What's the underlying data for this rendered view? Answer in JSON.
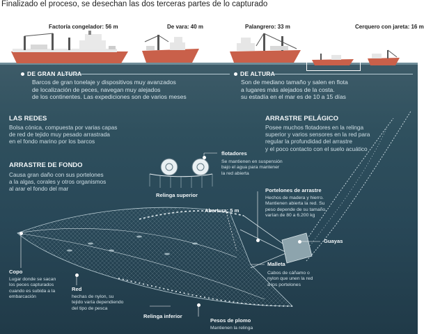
{
  "caption": "Finalizado el proceso, se desechan las dos terceras partes de lo capturado",
  "ships": [
    {
      "label": "Factoría congelador: 56 m"
    },
    {
      "label": "De vara: 40 m"
    },
    {
      "label": "Palangrero: 33 m"
    },
    {
      "label": "Cerquero con jareta: 16 m"
    }
  ],
  "high_seas": {
    "title": "DE GRAN ALTURA",
    "text": "Barcos de gran tonelaje y dispositivos muy avanzados\nde localización de peces, navegan muy alejados\nde los continentes. Las expediciones son de varios meses"
  },
  "offshore": {
    "title": "DE ALTURA",
    "text": "Son de mediano tamaño y salen en flota\na lugares más alejados de la costa.\nsu  estadía en el mar es de 10 a 15 días"
  },
  "nets": {
    "title": "LAS REDES",
    "text": "Bolsa cónica, compuesta por varias capas\nde red de tejido muy pesado arrastrada\nen el fondo marino por los barcos"
  },
  "pelagic": {
    "title": "ARRASTRE PELÁGICO",
    "text": "Posee muchos flotadores en la relinga\nsuperior y varios sensores en la red para\nregular la profundidad del arrastre\ny el poco contacto con el suelo acuático"
  },
  "bottom": {
    "title": "ARRASTRE DE FONDO",
    "text": "Causa gran daño con sus portelones\na la algas, corales y otros organismos\nal arar el fondo del mar"
  },
  "labels": {
    "floats_title": "flotadores",
    "floats_text": "Se mantienen en suspensión\nbajo el agua para mantener\nla red abierta",
    "headline": "Relinga superior",
    "opening": "Abertura: 5 m",
    "doors_title": "Portelones de arrastre",
    "doors_text": "Hechos de madera y hierro.\nMantienen abierta la red. Su\npeso depende de su tamaño,\nvarían de 80 a 6.200 kg",
    "warps": "Guayas",
    "bridles_title": "Malleta",
    "bridles_text": "Cabos de cáñamo o\nnylon que unen la red\na los portelones",
    "codend_title": "Copo",
    "codend_text": "Lugar donde se sacan\nlos peces capturados\ncuando es subida a la\nembarcación",
    "netting_title": "Red",
    "netting_text": "hechas de nylon, su\ntejido varía dependiendo\ndel tipo de pesca",
    "footrope": "Relinga  inferior",
    "weights_title": "Pesos de plomo",
    "weights_text": "Mantienen la relinga"
  }
}
